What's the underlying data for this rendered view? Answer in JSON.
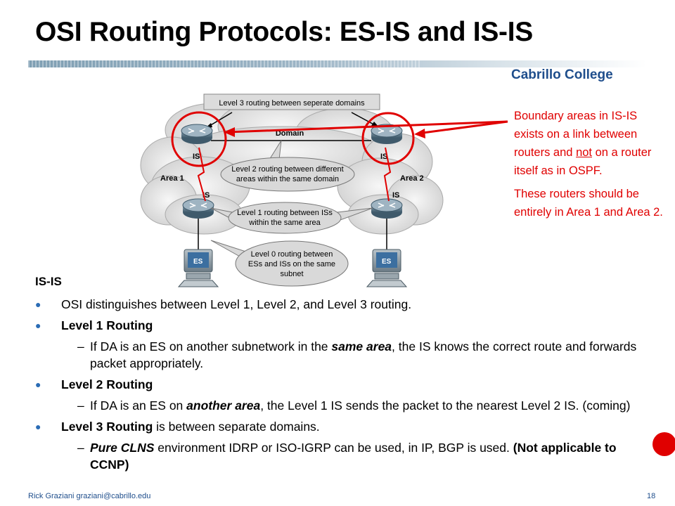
{
  "title": "OSI Routing Protocols: ES-IS and IS-IS",
  "college": "Cabrillo College",
  "diagram": {
    "level3_label": "Level 3 routing between seperate domains",
    "domain_label": "Domain",
    "area1_label": "Area 1",
    "area2_label": "Area 2",
    "is_label": "IS",
    "es_label": "ES",
    "level2_bubble": [
      "Level 2 routing between different",
      "areas within the same domain"
    ],
    "level1_bubble": [
      "Level 1 routing between ISs",
      "within the same area"
    ],
    "level0_bubble": [
      "Level 0 routing between",
      "ESs and ISs on the same",
      "subnet"
    ]
  },
  "callout": {
    "p1_a": "Boundary areas in IS-IS exists on a link between routers and ",
    "p1_not": "not",
    "p1_b": " on a router itself as in OSPF.",
    "p2": "These routers should be entirely in Area 1 and Area 2."
  },
  "section_heading": "IS-IS",
  "bullets": {
    "b1": "OSI distinguishes between Level 1, Level 2, and Level 3 routing.",
    "b2": "Level 1 Routing",
    "b2_sub_a": "If DA is an ES on another subnetwork in the ",
    "b2_sub_em": "same area",
    "b2_sub_b": ", the IS knows the correct route and forwards packet appropriately.",
    "b3": "Level 2 Routing",
    "b3_sub_a": "If DA is an ES on ",
    "b3_sub_em": "another area",
    "b3_sub_b": ", the Level 1 IS sends the packet to the nearest Level 2 IS. (coming)",
    "b4_bold": "Level 3 Routing",
    "b4_rest": " is between separate domains.",
    "b4_sub_em": "Pure CLNS",
    "b4_sub_a": " environment IDRP or ISO-IGRP can be used, in IP, BGP is used.  ",
    "b4_sub_bold": "(Not applicable to CCNP)"
  },
  "footer": "Rick Graziani  graziani@cabrillo.edu",
  "page_number": "18",
  "colors": {
    "title": "#000000",
    "accent_blue": "#1f4e8c",
    "callout_red": "#e00000"
  }
}
